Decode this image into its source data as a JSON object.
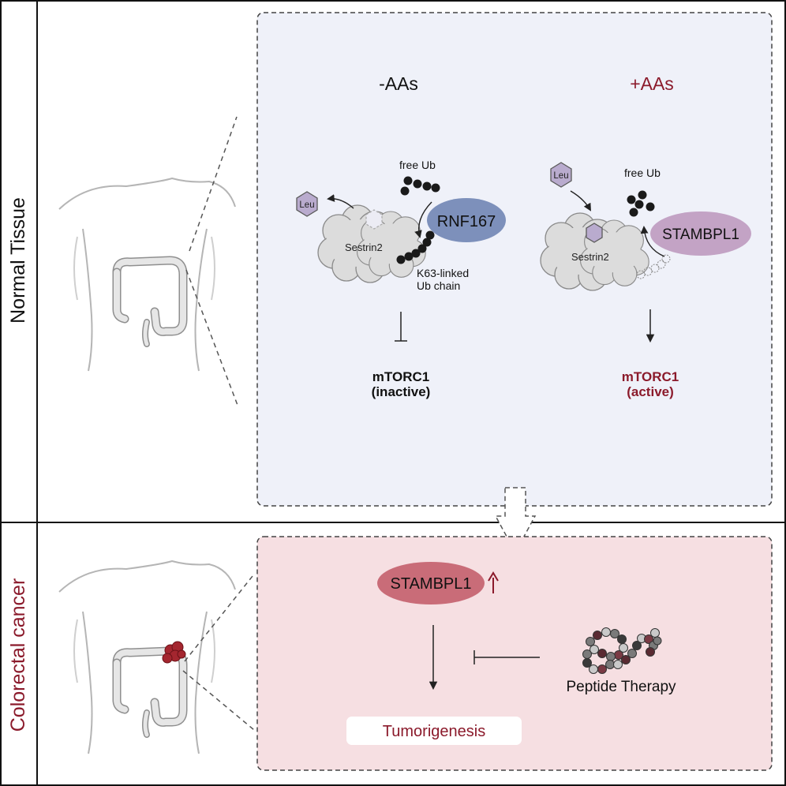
{
  "sections": {
    "normal_label": "Normal Tissue",
    "cancer_label": "Colorectal cancer"
  },
  "normal_panel": {
    "minus_aa": "-AAs",
    "plus_aa": "+AAs",
    "left": {
      "free_ub": "free Ub",
      "leu": "Leu",
      "sestrin": "Sestrin2",
      "enzyme": "RNF167",
      "chain_line1": "K63-linked",
      "chain_line2": "Ub chain",
      "mtorc_line1": "mTORC1",
      "mtorc_line2": "(inactive)"
    },
    "right": {
      "free_ub": "free Ub",
      "leu": "Leu",
      "sestrin": "Sestrin2",
      "enzyme": "STAMBPL1",
      "mtorc_line1": "mTORC1",
      "mtorc_line2": "(active)"
    }
  },
  "cancer_panel": {
    "enzyme": "STAMBPL1",
    "up_arrow": "↑",
    "therapy": "Peptide Therapy",
    "outcome": "Tumorigenesis"
  },
  "colors": {
    "dark_red": "#8b1a2b",
    "normal_bg": "#eff1f9",
    "cancer_bg": "#f6dfe2",
    "rnf167": "#7d90bb",
    "stambpl1_light": "#c3a3c5",
    "stambpl1_red": "#c96c78",
    "leu_fill": "#b9abce"
  }
}
